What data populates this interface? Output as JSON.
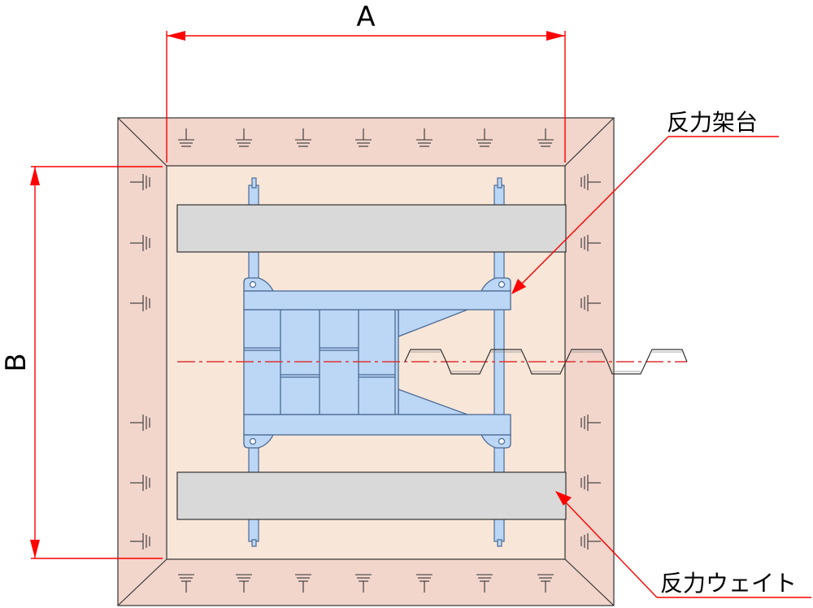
{
  "dimensions": {
    "width_label": "A",
    "height_label": "B"
  },
  "callouts": {
    "frame_label": "反力架台",
    "weight_label": "反力ウェイト"
  },
  "colors": {
    "outer_wall": "#f2d5cb",
    "inner_floor": "#f8e6d8",
    "weight_block": "#d9d9d9",
    "frame_steel": "#bcd6f5",
    "frame_edge": "#4a6a95",
    "dimension_red": "#ff0000",
    "centerline_red": "#dd3333"
  },
  "icons": {
    "ground_marks": "ground-symbol-icon"
  }
}
